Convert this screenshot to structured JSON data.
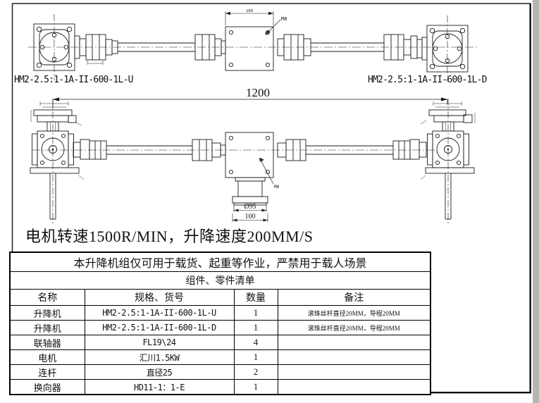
{
  "top_view": {
    "left_unit_label": "HM2-2.5:1-1A-II-600-1L-U",
    "right_unit_label": "HM2-2.5:1-1A-II-600-1L-D",
    "box_top_dim": "160",
    "bolt_callout": "M8"
  },
  "front_view": {
    "overall_width_dim": "1200",
    "motor_dia_dim": "Ø95",
    "motor_width_dim": "100",
    "bolt_callout": "M8"
  },
  "notes": {
    "speed_note": "电机转速1500R/MIN，升降速度200MM/S"
  },
  "table": {
    "warning": "本升降机组仅可用于载货、起重等作业，严禁用于载人场景",
    "subtitle": "组件、零件清单",
    "headers": [
      "名称",
      "规格、货号",
      "数量",
      "备注"
    ],
    "rows": [
      [
        "升降机",
        "HM2-2.5:1-1A-II-600-1L-U",
        "1",
        "滚珠丝杆直径20MM，导程20MM"
      ],
      [
        "升降机",
        "HM2-2.5:1-1A-II-600-1L-D",
        "1",
        "滚珠丝杆直径20MM，导程20MM"
      ],
      [
        "联轴器",
        "FL19\\24",
        "4",
        ""
      ],
      [
        "电机",
        "汇川1.5KW",
        "1",
        ""
      ],
      [
        "连杆",
        "直径25",
        "2",
        ""
      ],
      [
        "换向器",
        "HD11-1：1-E",
        "1",
        ""
      ]
    ]
  }
}
